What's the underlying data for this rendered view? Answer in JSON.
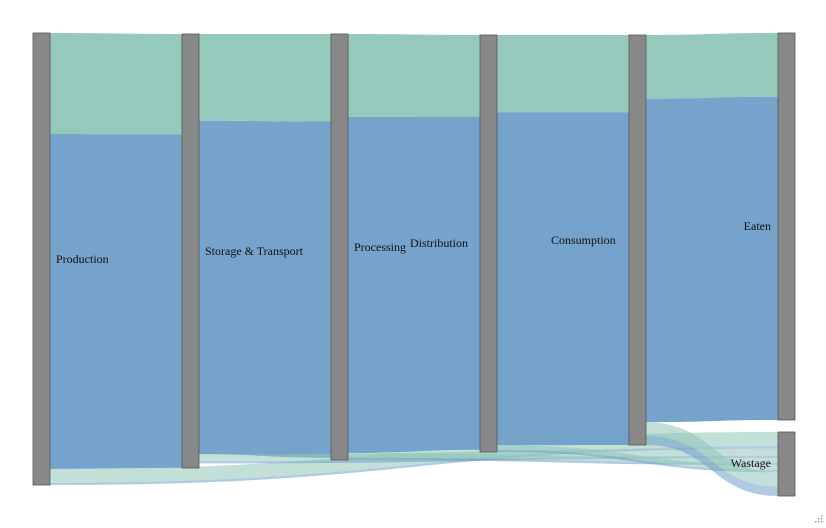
{
  "colors": {
    "node": "#888888",
    "node_stroke": "#555555",
    "green_flow": "#8fc6b7",
    "blue_flow": "#6f9ec9",
    "background": "#ffffff"
  },
  "diagram": {
    "type": "sankey",
    "nodes": [
      {
        "id": "production",
        "label": "Production"
      },
      {
        "id": "storage",
        "label": "Storage & Transport"
      },
      {
        "id": "processing",
        "label": "Processing"
      },
      {
        "id": "distribution",
        "label": "Distribution"
      },
      {
        "id": "consumption",
        "label": "Consumption"
      },
      {
        "id": "eaten",
        "label": "Eaten"
      },
      {
        "id": "wastage",
        "label": "Wastage"
      }
    ],
    "links": [
      {
        "from": "production",
        "to": "storage",
        "category": "green",
        "value": 22
      },
      {
        "from": "production",
        "to": "storage",
        "category": "blue",
        "value": 73
      },
      {
        "from": "production",
        "to": "wastage",
        "category": "green",
        "value": 3
      },
      {
        "from": "production",
        "to": "wastage",
        "category": "blue",
        "value": 0.5
      },
      {
        "from": "storage",
        "to": "processing",
        "category": "green",
        "value": 19
      },
      {
        "from": "storage",
        "to": "processing",
        "category": "blue",
        "value": 73
      },
      {
        "from": "storage",
        "to": "wastage",
        "category": "green",
        "value": 1.5
      },
      {
        "from": "storage",
        "to": "wastage",
        "category": "blue",
        "value": 0.5
      },
      {
        "from": "processing",
        "to": "distribution",
        "category": "green",
        "value": 18
      },
      {
        "from": "processing",
        "to": "distribution",
        "category": "blue",
        "value": 73
      },
      {
        "from": "processing",
        "to": "wastage",
        "category": "green",
        "value": 1
      },
      {
        "from": "processing",
        "to": "wastage",
        "category": "blue",
        "value": 0.5
      },
      {
        "from": "distribution",
        "to": "consumption",
        "category": "green",
        "value": 17
      },
      {
        "from": "distribution",
        "to": "consumption",
        "category": "blue",
        "value": 73
      },
      {
        "from": "distribution",
        "to": "wastage",
        "category": "green",
        "value": 1
      },
      {
        "from": "distribution",
        "to": "wastage",
        "category": "blue",
        "value": 0.5
      },
      {
        "from": "consumption",
        "to": "eaten",
        "category": "green",
        "value": 14
      },
      {
        "from": "consumption",
        "to": "eaten",
        "category": "blue",
        "value": 71
      },
      {
        "from": "consumption",
        "to": "wastage",
        "category": "green",
        "value": 3
      },
      {
        "from": "consumption",
        "to": "wastage",
        "category": "blue",
        "value": 2
      }
    ]
  }
}
